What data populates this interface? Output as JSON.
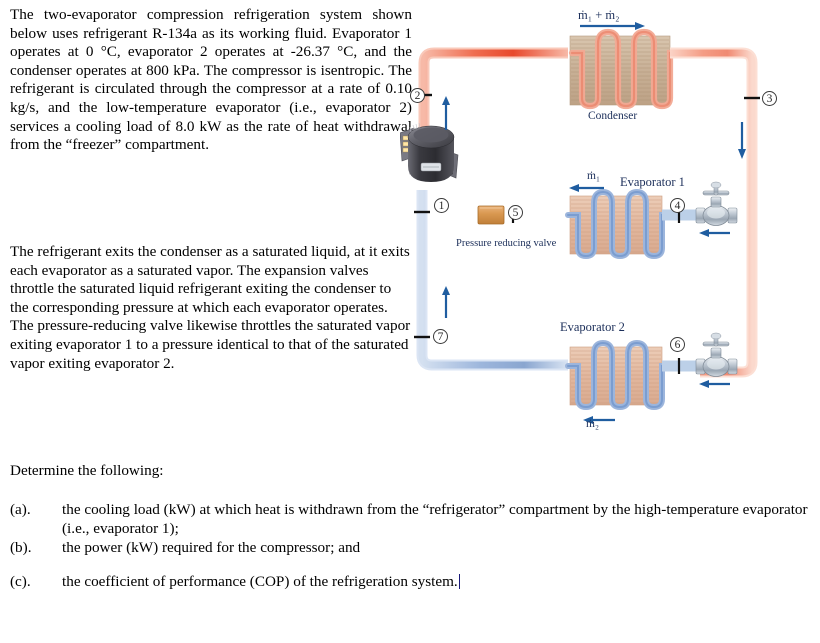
{
  "problem": {
    "paragraph1": "The two-evaporator compression refrigeration system shown below uses refrigerant R-134a as its working fluid.  Evaporator 1 operates at 0 °C, evaporator 2 operates at -26.37 °C, and the condenser operates at 800 kPa.  The compressor is isentropic.  The refrigerant is circulated through the compressor at a rate of 0.10 kg/s, and the low-temperature evaporator (i.e., evaporator 2) services a cooling load of 8.0 kW as the rate of heat withdrawal from the “freezer” compartment.",
    "paragraph2": "The refrigerant exits the condenser as a saturated liquid, at it exits each evaporator as a saturated vapor.  The expansion valves throttle the saturated liquid refrigerant exiting the condenser to the corresponding pressure at which each evaporator operates.  The pressure-reducing valve likewise throttles the saturated vapor exiting evaporator 1 to a pressure identical to that of the saturated vapor exiting evaporator 2.",
    "determine_prompt": "Determine the following:",
    "questions": [
      {
        "label": "(a).",
        "text": "the cooling load (kW) at which heat is withdrawn from the “refrigerator” compartment by the high-temperature evaporator (i.e., evaporator 1);"
      },
      {
        "label": "(b).",
        "text": "the power (kW) required for the compressor; and"
      },
      {
        "label": "(c).",
        "text": "the coefficient of performance (COP) of the refrigeration system."
      }
    ]
  },
  "diagram": {
    "components": {
      "condenser_label": "Condenser",
      "evaporator1_label": "Evaporator 1",
      "evaporator2_label": "Evaporator 2",
      "pressure_reducing_valve_label": "Pressure reducing valve",
      "compressor_label": "compressor-unit",
      "expansion_valve_1_label": "expansion-valve-1",
      "expansion_valve_2_label": "expansion-valve-2"
    },
    "mass_flows": {
      "total": "ṁ₁ + ṁ₂",
      "evap1": "ṁ₁",
      "evap2": "ṁ₂"
    },
    "state_points": [
      "1",
      "2",
      "3",
      "4",
      "5",
      "6",
      "7"
    ],
    "colors": {
      "hot_pipe": "#f08a72",
      "hot_pipe_dark": "#e8412a",
      "cold_pipe": "#8fabd4",
      "cold_pipe_dark": "#2d5f9e",
      "fin_block_warm": "#cbb49a",
      "fin_block_cool": "#e0bba4",
      "coil_hot": "#f4937c",
      "coil_cold": "#93aed6",
      "arrow_blue": "#1f5da0",
      "valve_body": "#b9c2cc",
      "prv_body": "#d79a56",
      "compressor_body": "#4a4a50",
      "label_text": "#1c2f5a"
    }
  }
}
